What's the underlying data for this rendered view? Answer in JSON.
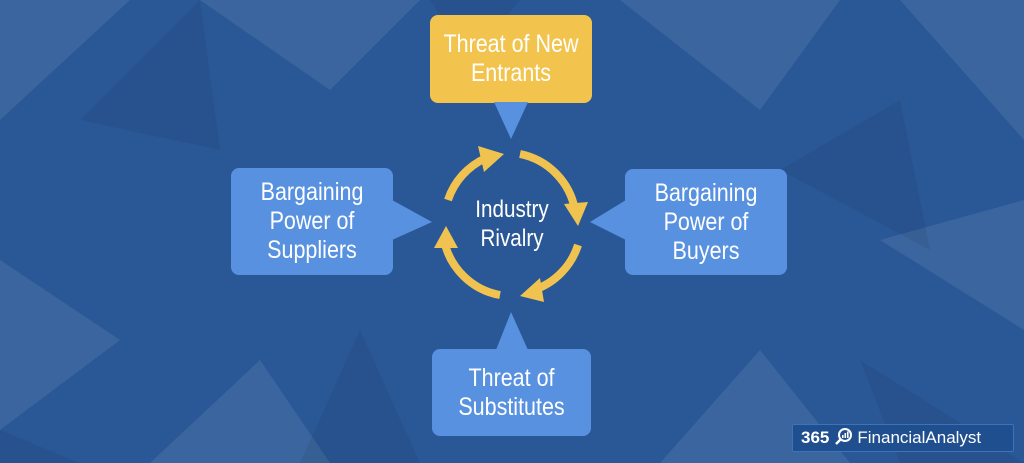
{
  "colors": {
    "background": "#2a5896",
    "node_blue": "#5791e0",
    "node_yellow": "#f2c44e",
    "arrow_yellow": "#f0c350"
  },
  "nodes": {
    "top": {
      "line1": "Threat of New",
      "line2": "Entrants"
    },
    "left": {
      "line1": "Bargaining",
      "line2": "Power of",
      "line3": "Suppliers"
    },
    "right": {
      "line1": "Bargaining",
      "line2": "Power of",
      "line3": "Buyers"
    },
    "bottom": {
      "line1": "Threat of",
      "line2": "Substitutes"
    }
  },
  "center": {
    "line1": "Industry",
    "line2": "Rivalry"
  },
  "brand": {
    "number": "365",
    "name": "FinancialAnalyst",
    "icon": "magnifier-chart-icon"
  }
}
